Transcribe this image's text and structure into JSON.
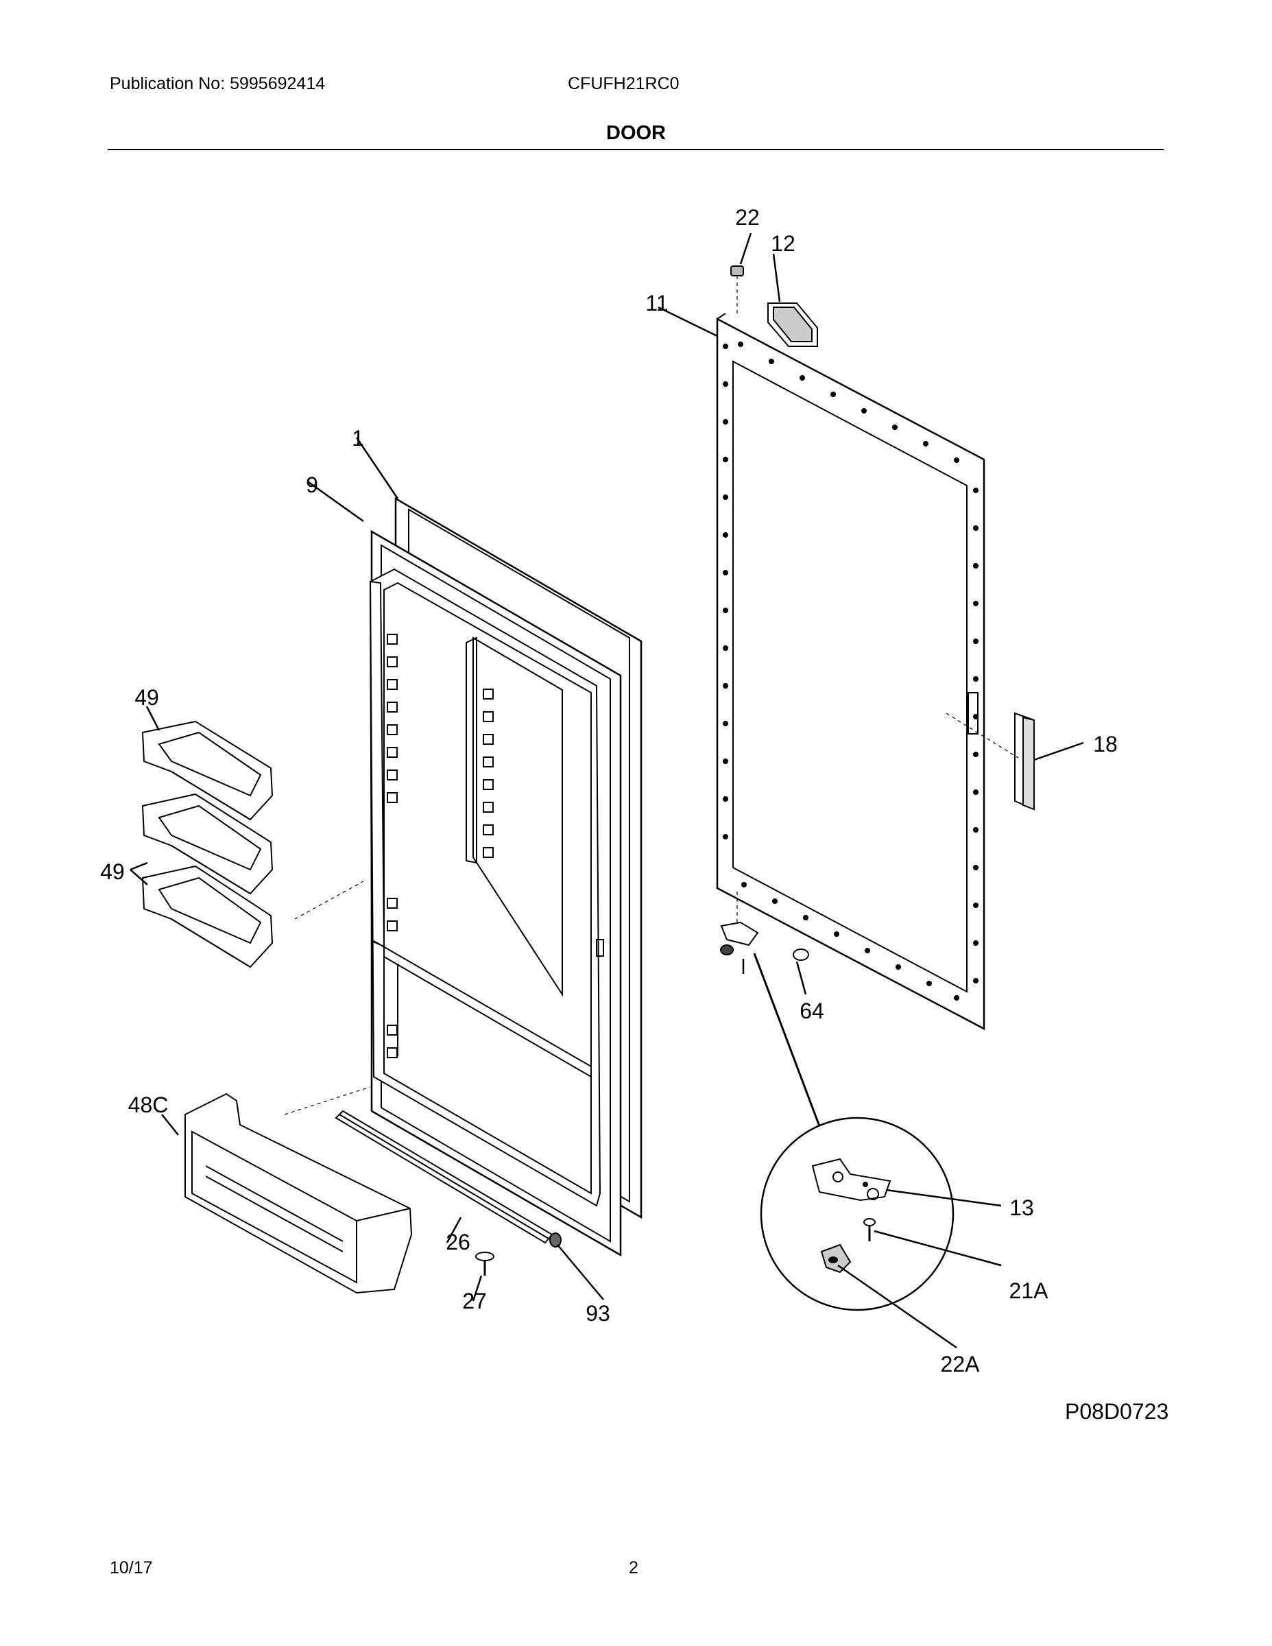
{
  "header": {
    "publication": "Publication No: 5995692414",
    "model": "CFUFH21RC0",
    "title": "DOOR"
  },
  "diagram": {
    "figure_code": "P08D0723",
    "callouts": [
      "22",
      "12",
      "11",
      "1",
      "9",
      "49",
      "49",
      "18",
      "48C",
      "64",
      "13",
      "26",
      "21A",
      "27",
      "93",
      "22A"
    ]
  },
  "footer": {
    "date": "10/17",
    "page": "2"
  }
}
